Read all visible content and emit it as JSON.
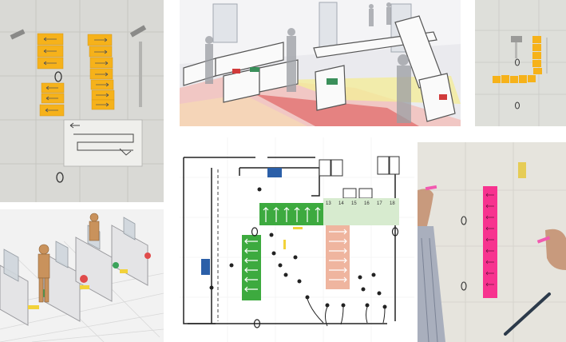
{
  "collage": {
    "panels": [
      {
        "name": "sticky-note-paper-prototype-top-left"
      },
      {
        "name": "gate-rendering-top-center"
      },
      {
        "name": "sticky-note-prototype-top-right"
      },
      {
        "name": "gate-3d-model-bottom-left"
      },
      {
        "name": "floor-plan-diagram-bottom-center"
      },
      {
        "name": "pink-sticky-notes-photo-bottom-right"
      }
    ],
    "floorplan": {
      "lane_numbers": [
        "13",
        "14",
        "15",
        "16",
        "17",
        "18"
      ]
    },
    "colors": {
      "sticky_orange": "#f6b21a",
      "sticky_pink": "#f7338f",
      "plan_green": "#3daa3f",
      "plan_light_green": "#d7ebcf",
      "plan_salmon": "#efb59f",
      "plan_blue": "#2b5fa8",
      "render_red": "#d84040",
      "render_yellow": "#f2e33a"
    }
  }
}
